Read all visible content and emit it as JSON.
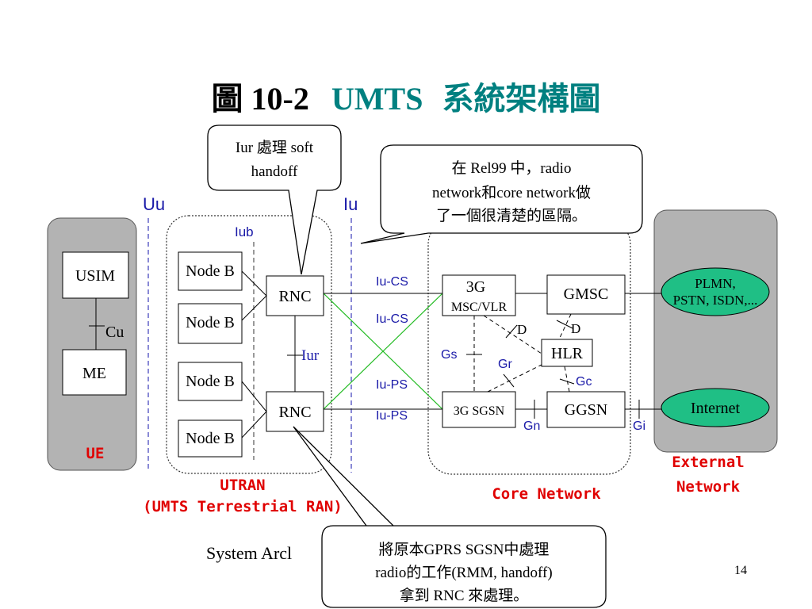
{
  "slide": {
    "title_prefix": "圖 10-2",
    "title_umts": "UMTS",
    "title_suffix": "系統架構圖",
    "footer_text": "System Arcl",
    "page_number": "14"
  },
  "interfaces": {
    "uu": "Uu",
    "iu": "Iu",
    "iub": "Iub",
    "iur": "Iur",
    "cu": "Cu",
    "iu_cs_1": "Iu-CS",
    "iu_cs_2": "Iu-CS",
    "iu_ps_1": "Iu-PS",
    "iu_ps_2": "Iu-PS",
    "gs": "Gs",
    "gr": "Gr",
    "gc": "Gc",
    "gn": "Gn",
    "gi": "Gi",
    "d1": "D",
    "d2": "D"
  },
  "nodes": {
    "usim": "USIM",
    "me": "ME",
    "node_b_1": "Node B",
    "node_b_2": "Node B",
    "node_b_3": "Node B",
    "node_b_4": "Node B",
    "rnc_1": "RNC",
    "rnc_2": "RNC",
    "msc_line1": "3G",
    "msc_line2": "MSC/VLR",
    "gmsc": "GMSC",
    "hlr": "HLR",
    "sgsn": "3G SGSN",
    "ggsn": "GGSN",
    "pstn_line1": "PLMN,",
    "pstn_line2": "PSTN, ISDN,...",
    "internet": "Internet"
  },
  "groups": {
    "ue": "UE",
    "utran_line1": "UTRAN",
    "utran_line2": "(UMTS Terrestrial RAN)",
    "core": "Core Network",
    "external_line1": "External",
    "external_line2": "Network"
  },
  "callouts": {
    "iur_line1": "Iur 處理 soft",
    "iur_line2": "handoff",
    "rel99_line1": "在 Rel99 中，radio",
    "rel99_line2": "network和core network做",
    "rel99_line3": "了一個很清楚的區隔。",
    "rnc_line1": "將原本GPRS SGSN中處理",
    "rnc_line2": "radio的工作(RMM, handoff)",
    "rnc_line3": "拿到 RNC 來處理。"
  },
  "colors": {
    "title_accent": "#008080",
    "group_label": "#e00000",
    "interface_label": "#1a1aa8",
    "ellipse_fill": "#1fbf85",
    "panel_fill": "#b3b3b3",
    "cross_line": "#22bb22"
  }
}
